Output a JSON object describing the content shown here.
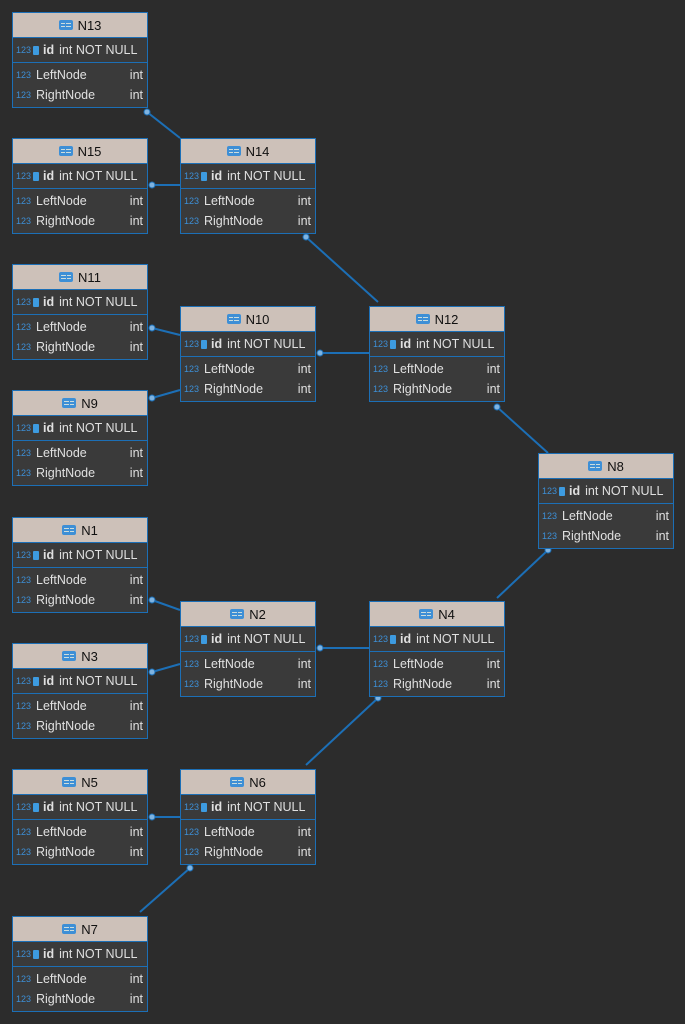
{
  "tables": [
    {
      "name": "N13",
      "columns": [
        {
          "name": "id",
          "type": "int NOT NULL",
          "pk": true
        },
        {
          "name": "LeftNode",
          "type": "int"
        },
        {
          "name": "RightNode",
          "type": "int"
        }
      ]
    },
    {
      "name": "N15",
      "columns": [
        {
          "name": "id",
          "type": "int NOT NULL",
          "pk": true
        },
        {
          "name": "LeftNode",
          "type": "int"
        },
        {
          "name": "RightNode",
          "type": "int"
        }
      ]
    },
    {
      "name": "N14",
      "columns": [
        {
          "name": "id",
          "type": "int NOT NULL",
          "pk": true
        },
        {
          "name": "LeftNode",
          "type": "int"
        },
        {
          "name": "RightNode",
          "type": "int"
        }
      ]
    },
    {
      "name": "N11",
      "columns": [
        {
          "name": "id",
          "type": "int NOT NULL",
          "pk": true
        },
        {
          "name": "LeftNode",
          "type": "int"
        },
        {
          "name": "RightNode",
          "type": "int"
        }
      ]
    },
    {
      "name": "N10",
      "columns": [
        {
          "name": "id",
          "type": "int NOT NULL",
          "pk": true
        },
        {
          "name": "LeftNode",
          "type": "int"
        },
        {
          "name": "RightNode",
          "type": "int"
        }
      ]
    },
    {
      "name": "N12",
      "columns": [
        {
          "name": "id",
          "type": "int NOT NULL",
          "pk": true
        },
        {
          "name": "LeftNode",
          "type": "int"
        },
        {
          "name": "RightNode",
          "type": "int"
        }
      ]
    },
    {
      "name": "N9",
      "columns": [
        {
          "name": "id",
          "type": "int NOT NULL",
          "pk": true
        },
        {
          "name": "LeftNode",
          "type": "int"
        },
        {
          "name": "RightNode",
          "type": "int"
        }
      ]
    },
    {
      "name": "N8",
      "columns": [
        {
          "name": "id",
          "type": "int NOT NULL",
          "pk": true
        },
        {
          "name": "LeftNode",
          "type": "int"
        },
        {
          "name": "RightNode",
          "type": "int"
        }
      ]
    },
    {
      "name": "N1",
      "columns": [
        {
          "name": "id",
          "type": "int NOT NULL",
          "pk": true
        },
        {
          "name": "LeftNode",
          "type": "int"
        },
        {
          "name": "RightNode",
          "type": "int"
        }
      ]
    },
    {
      "name": "N2",
      "columns": [
        {
          "name": "id",
          "type": "int NOT NULL",
          "pk": true
        },
        {
          "name": "LeftNode",
          "type": "int"
        },
        {
          "name": "RightNode",
          "type": "int"
        }
      ]
    },
    {
      "name": "N4",
      "columns": [
        {
          "name": "id",
          "type": "int NOT NULL",
          "pk": true
        },
        {
          "name": "LeftNode",
          "type": "int"
        },
        {
          "name": "RightNode",
          "type": "int"
        }
      ]
    },
    {
      "name": "N3",
      "columns": [
        {
          "name": "id",
          "type": "int NOT NULL",
          "pk": true
        },
        {
          "name": "LeftNode",
          "type": "int"
        },
        {
          "name": "RightNode",
          "type": "int"
        }
      ]
    },
    {
      "name": "N5",
      "columns": [
        {
          "name": "id",
          "type": "int NOT NULL",
          "pk": true
        },
        {
          "name": "LeftNode",
          "type": "int"
        },
        {
          "name": "RightNode",
          "type": "int"
        }
      ]
    },
    {
      "name": "N6",
      "columns": [
        {
          "name": "id",
          "type": "int NOT NULL",
          "pk": true
        },
        {
          "name": "LeftNode",
          "type": "int"
        },
        {
          "name": "RightNode",
          "type": "int"
        }
      ]
    },
    {
      "name": "N7",
      "columns": [
        {
          "name": "id",
          "type": "int NOT NULL",
          "pk": true
        },
        {
          "name": "LeftNode",
          "type": "int"
        },
        {
          "name": "RightNode",
          "type": "int"
        }
      ]
    }
  ],
  "type_badge": "123",
  "relations": [
    [
      "N13",
      "N14"
    ],
    [
      "N15",
      "N14"
    ],
    [
      "N14",
      "N12"
    ],
    [
      "N11",
      "N10"
    ],
    [
      "N10",
      "N12"
    ],
    [
      "N9",
      "N10"
    ],
    [
      "N12",
      "N8"
    ],
    [
      "N4",
      "N8"
    ],
    [
      "N1",
      "N2"
    ],
    [
      "N2",
      "N4"
    ],
    [
      "N3",
      "N2"
    ],
    [
      "N6",
      "N4"
    ],
    [
      "N5",
      "N6"
    ],
    [
      "N7",
      "N6"
    ]
  ],
  "colors": {
    "background": "#2c2c2c",
    "border": "#1c6fb6",
    "header": "#cdc1b9",
    "link": "#1c6fb6"
  }
}
